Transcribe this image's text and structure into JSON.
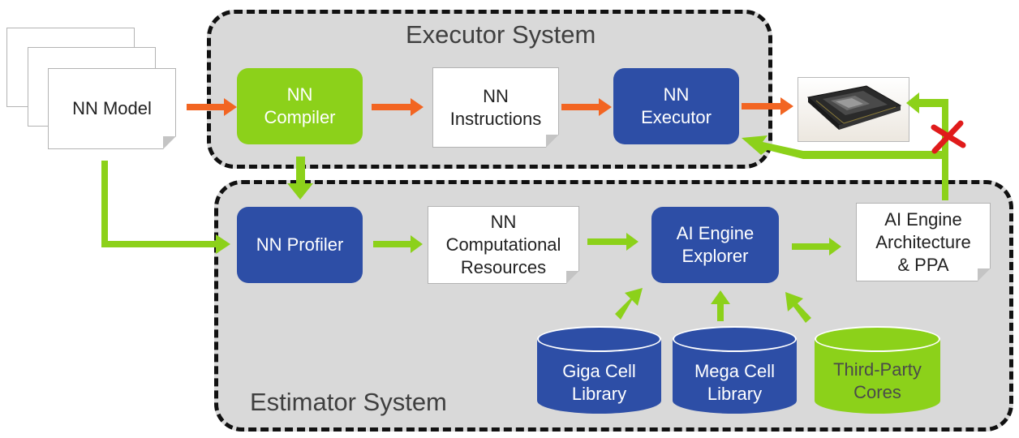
{
  "regions": {
    "executor_title": "Executor System",
    "estimator_title": "Estimator System"
  },
  "nodes": {
    "nn_model": "NN Model",
    "nn_compiler": "NN\nCompiler",
    "nn_instructions": "NN\nInstructions",
    "nn_executor": "NN\nExecutor",
    "nn_profiler": "NN Profiler",
    "nn_computational_resources": "NN\nComputational\nResources",
    "ai_engine_explorer": "AI Engine\nExplorer",
    "ai_engine_architecture": "AI Engine\nArchitecture\n& PPA",
    "giga_cell_library": "Giga Cell\nLibrary",
    "mega_cell_library": "Mega Cell\nLibrary",
    "third_party_cores": "Third-Party\nCores"
  },
  "colors": {
    "blue": "#2d4ea6",
    "green": "#8cd11a",
    "orange": "#f26522",
    "arrow_green": "#8cd11a",
    "cross_red": "#e01b1b",
    "region_fill": "#d9d9d9"
  }
}
